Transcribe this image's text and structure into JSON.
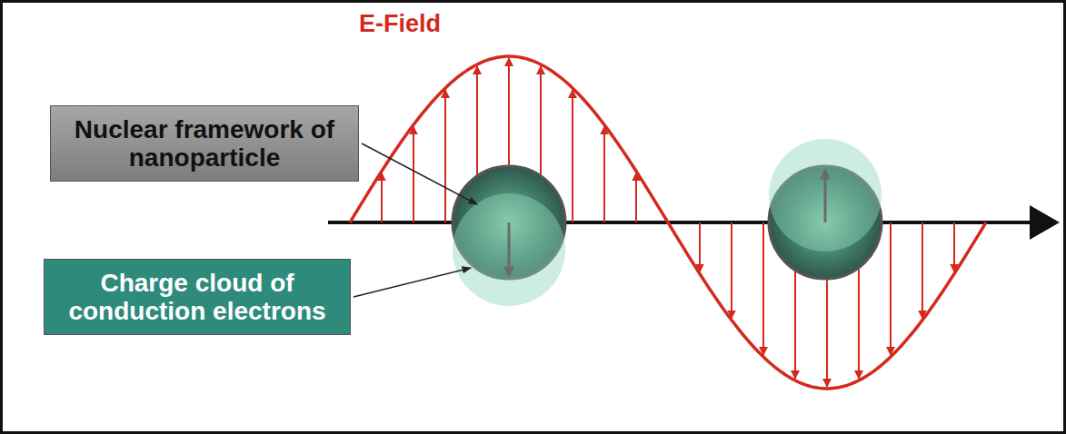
{
  "diagram": {
    "nodes": [
      {
        "text": [
          "Nuclear framework of nanoparticle"
        ]
      },
      {
        "text": [
          "Charge cloud of conduction electrons"
        ]
      }
    ],
    "labels": [
      "E-Field"
    ]
  }
}
